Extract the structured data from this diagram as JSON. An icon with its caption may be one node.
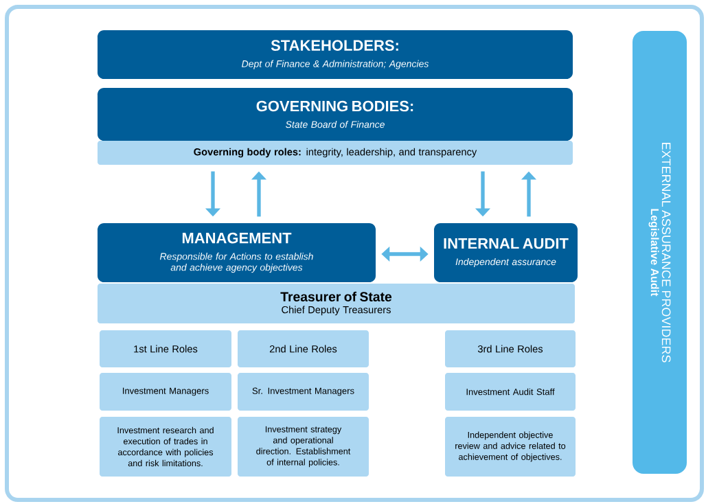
{
  "diagram": {
    "nodes": [
      {
        "text": [
          "STAKEHOLDERS:",
          "Dept of Finance & Administration; Agencies"
        ]
      },
      {
        "text": [
          "GOVERNING BODIES:",
          "State Board of Finance"
        ]
      },
      {
        "text": [
          "**Governing body roles:** integrity, leadership, and transparency"
        ]
      },
      {
        "text": [
          "MANAGEMENT",
          "Responsible for Actions to establish and achieve agency objectives"
        ]
      },
      {
        "text": [
          "INTERNAL AUDIT",
          "Independent assurance"
        ]
      },
      {
        "text": [
          "Treasurer of State",
          "Chief Deputy Treasurers"
        ]
      },
      {
        "text": [
          "1st Line Roles"
        ]
      },
      {
        "text": [
          "2nd Line Roles"
        ]
      },
      {
        "text": [
          "3rd Line Roles"
        ]
      },
      {
        "text": [
          "Investment Managers"
        ]
      },
      {
        "text": [
          "Sr. Investment Managers"
        ]
      },
      {
        "text": [
          "Investment Audit Staff"
        ]
      },
      {
        "text": [
          "Investment research and execution of trades in accordance with policies and risk limitations."
        ]
      },
      {
        "text": [
          "Investment strategy and operational direction. Establishment of internal policies."
        ]
      },
      {
        "text": [
          "Independent objective review and advice related to achievement of objectives."
        ]
      },
      {
        "text": [
          "EXTERNAL ASSURANCE PROVIDERS",
          "Legislative Audit"
        ]
      }
    ],
    "edges": [
      {
        "from": 2,
        "to": 3,
        "arrow": "to"
      },
      {
        "from": 3,
        "to": 2,
        "arrow": "to"
      },
      {
        "from": 2,
        "to": 4,
        "arrow": "to"
      },
      {
        "from": 4,
        "to": 2,
        "arrow": "to"
      },
      {
        "from": 3,
        "to": 4,
        "arrow": "both"
      }
    ]
  }
}
